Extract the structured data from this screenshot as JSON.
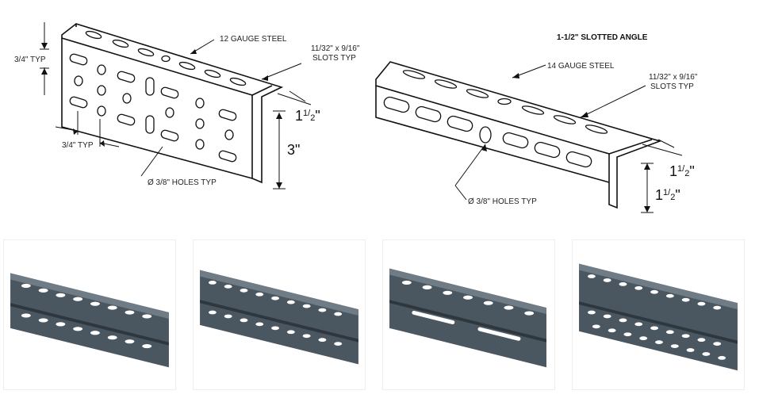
{
  "left_diagram": {
    "gauge": "12 GAUGE STEEL",
    "slots": [
      "11/32\" x 9/16\"",
      "SLOTS TYP"
    ],
    "typ_vertical": "3/4\" TYP",
    "typ_horizontal": "3/4\" TYP",
    "holes": "Ø 3/8\" HOLES TYP",
    "dim_flange": {
      "whole": "1",
      "num": "1",
      "den": "2",
      "unit": "\""
    },
    "dim_height": "3\""
  },
  "right_diagram": {
    "title": "1-1/2\" SLOTTED ANGLE",
    "gauge": "14 GAUGE STEEL",
    "slots": [
      "11/32\" x 9/16\"",
      "SLOTS TYP"
    ],
    "holes": "Ø 3/8\" HOLES TYP",
    "dim_a": {
      "whole": "1",
      "num": "1",
      "den": "2",
      "unit": "\""
    },
    "dim_b": {
      "whole": "1",
      "num": "1",
      "den": "2",
      "unit": "\""
    }
  },
  "colors": {
    "steel": "#4a5660",
    "steel_light": "#6f7c86",
    "steel_dark": "#2e373e",
    "line": "#111111"
  },
  "photos": [
    {
      "name": "photo-angle-1",
      "pattern": "two-rows-slots"
    },
    {
      "name": "photo-angle-2",
      "pattern": "two-rows-slots"
    },
    {
      "name": "photo-angle-3",
      "pattern": "long-slots"
    },
    {
      "name": "photo-angle-4",
      "pattern": "three-rows-slots"
    }
  ]
}
